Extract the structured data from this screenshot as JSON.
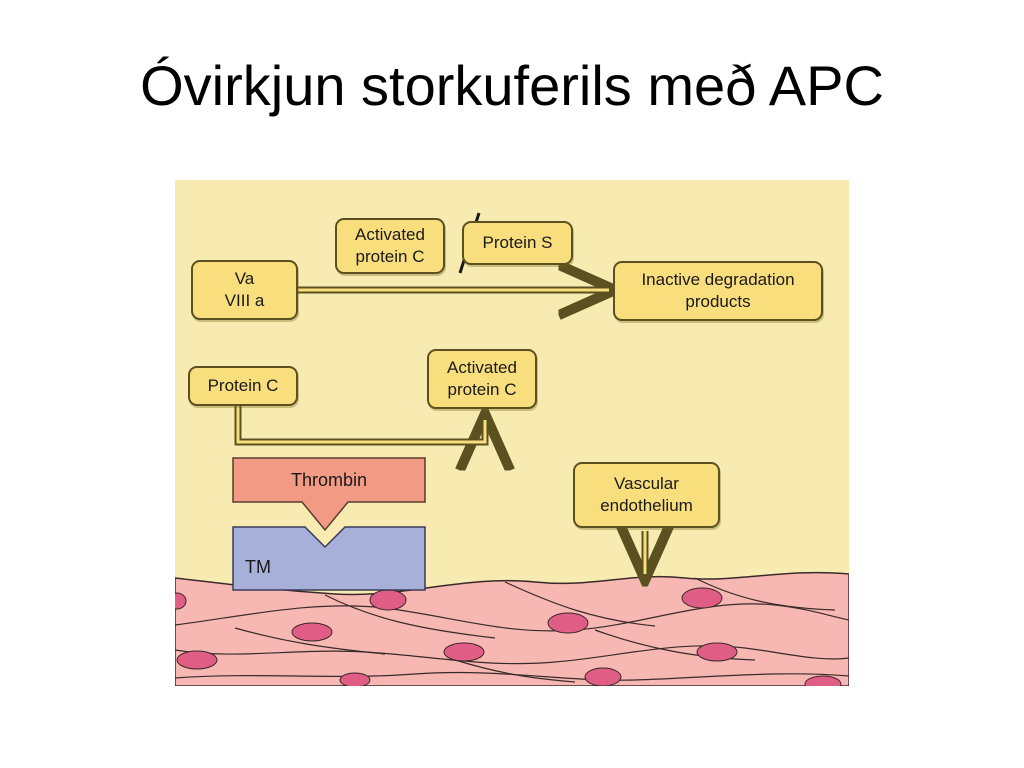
{
  "title": "Óvirkjun storkuferils með APC",
  "diagram": {
    "labels": {
      "activated_protein_c_top": "Activated\nprotein C",
      "protein_s": "Protein S",
      "va_viii_a": "Va\nVIII a",
      "inactive_products": "Inactive degradation\nproducts",
      "protein_c": "Protein C",
      "activated_protein_c_mid": "Activated\nprotein C",
      "thrombin": "Thrombin",
      "tm": "TM",
      "vascular_endothelium": "Vascular\nendothelium"
    },
    "colors": {
      "background": "#f7ebb2",
      "box_fill": "#f9de7d",
      "box_border": "#5a5020",
      "thrombin": "#f29a84",
      "tm": "#a6b0d9",
      "cell": "#f7b8b4",
      "nucleus": "#e05e86"
    }
  }
}
